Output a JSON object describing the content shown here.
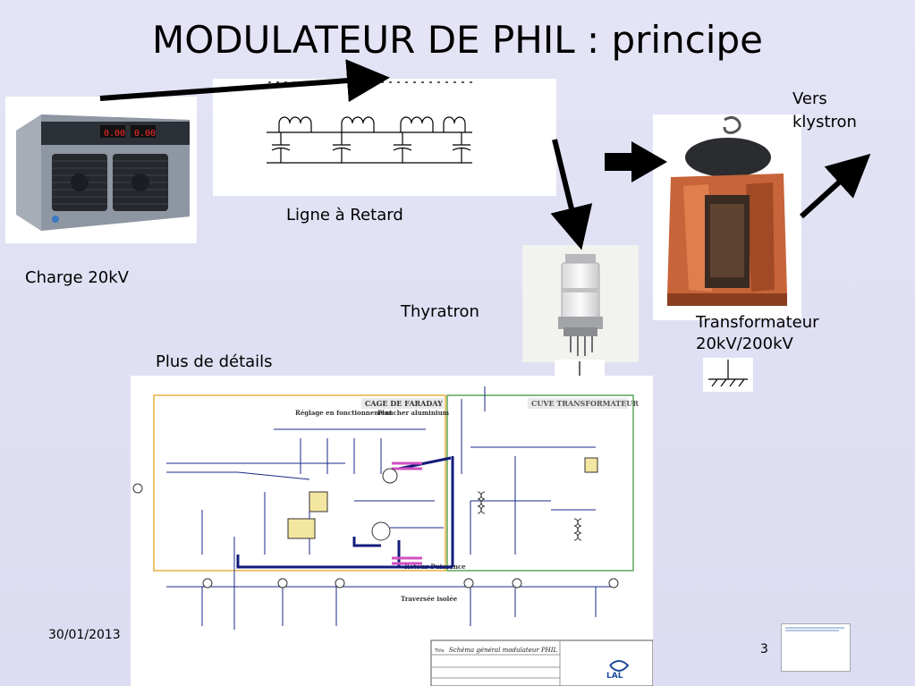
{
  "slide": {
    "title": "MODULATEUR DE PHIL : principe",
    "date": "30/01/2013",
    "page_number": "3"
  },
  "labels": {
    "charge": "Charge 20kV",
    "ligne": "Ligne à Retard",
    "thyratron": "Thyratron",
    "vers": "Vers",
    "klystron": "klystron",
    "transformateur": "Transformateur",
    "transformateur_rating": "20kV/200kV",
    "plus_details": "Plus de détails"
  },
  "schematic": {
    "cage_faraday": "CAGE DE FARADAY",
    "cuve_transformateur": "CUVE TRANSFORMATEUR",
    "reglage": "Réglage en fonctionnement",
    "plancher": "Plancher aluminium",
    "retour_puissance": "Retour Puissance",
    "traversee": "Traversée isolée",
    "sheet_title_label": "Title",
    "sheet_title": "Schéma général modulateur PHIL"
  },
  "power_supply": {
    "display_left": "0.00",
    "display_right": "0.00"
  },
  "colors": {
    "background": "#dcdcf2",
    "cage_border": "#e8b040",
    "cuve_border": "#5aa55a",
    "transformer_wood": "#c8643a",
    "arrow": "#000000"
  }
}
